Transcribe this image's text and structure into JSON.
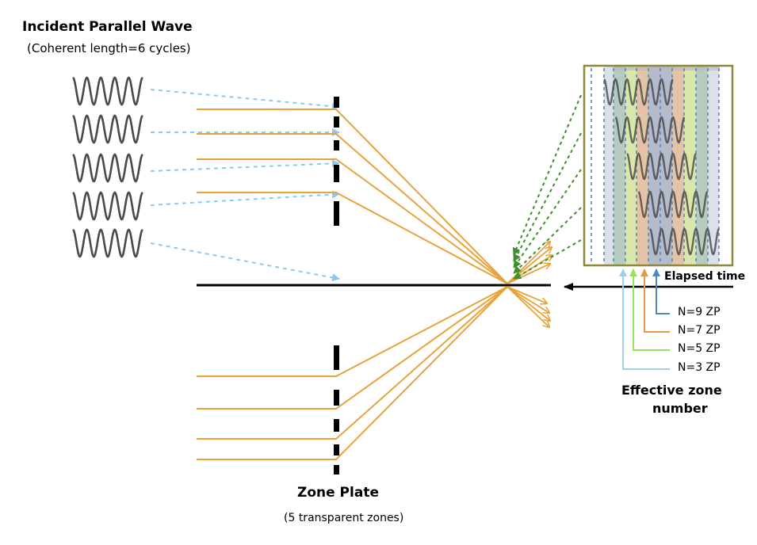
{
  "labels": {
    "incident_title": "Incident Parallel Wave",
    "incident_subtitle": "(Coherent length=6 cycles)",
    "zone_plate_title": "Zone Plate",
    "zone_plate_subtitle": "(5 transparent zones)",
    "elapsed_time": "Elapsed time",
    "effective_zone_line1": "Effective zone",
    "effective_zone_line2": "number"
  },
  "zone_numbers": [
    {
      "label": "N=9 ZP",
      "color": "#4a88c8"
    },
    {
      "label": "N=7 ZP",
      "color": "#e39a4a"
    },
    {
      "label": "N=5 ZP",
      "color": "#9be060"
    },
    {
      "label": "N=3 ZP",
      "color": "#9dd0ef"
    }
  ],
  "colors": {
    "beam": "#e8a33d",
    "incident_arrow": "#8ec8ee",
    "focus_arrow": "#3f8f2e",
    "axis": "#000000",
    "box_border": "#8a8a3a",
    "wave": "#4a4a4a",
    "band_gray": "#d6dbe4",
    "band_teal": "#a9c3b3",
    "band_yellow": "#d4e39c",
    "band_orange": "#e0b897",
    "band_slate": "#a6afc3",
    "dash_blue": "#5b88b8"
  },
  "wave": {
    "cycles": 6,
    "rows": 5
  },
  "zone_plate": {
    "transparent_zones": 5
  }
}
